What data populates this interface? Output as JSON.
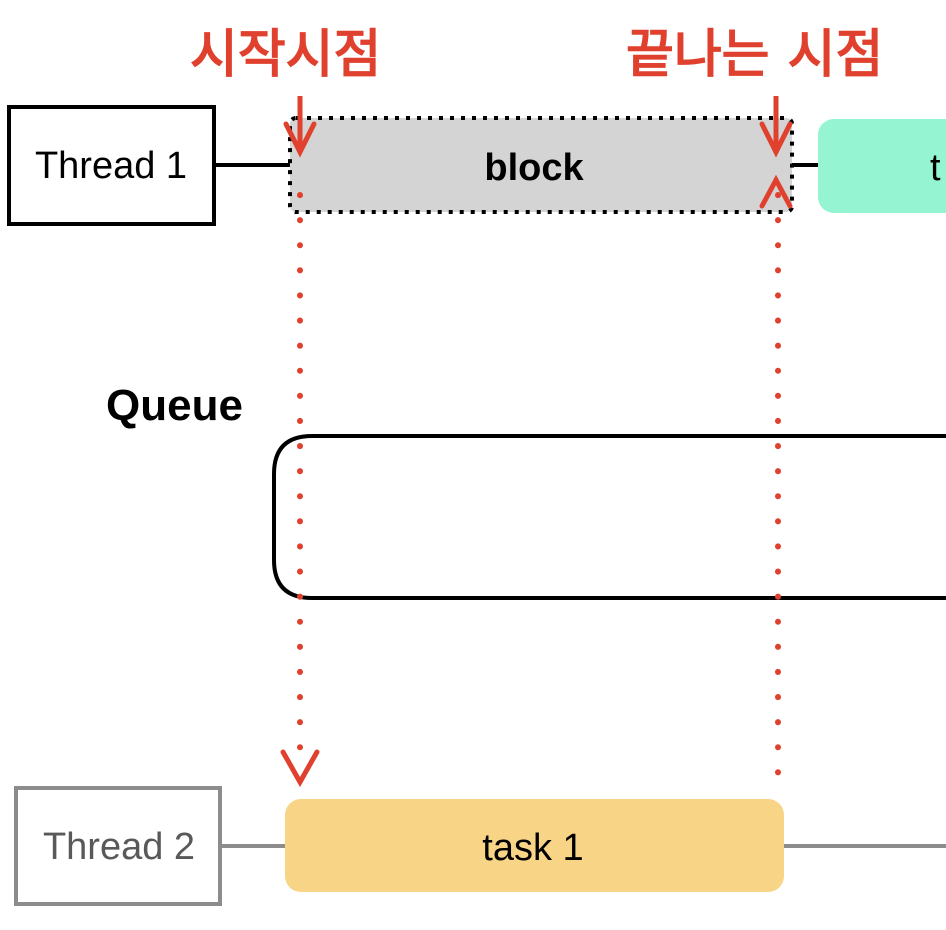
{
  "labels": {
    "start_point": "시작시점",
    "end_point": "끝나는 시점",
    "queue": "Queue"
  },
  "thread1": {
    "name": "Thread 1",
    "block_label": "block",
    "next_task_label": "t"
  },
  "thread2": {
    "name": "Thread 2",
    "task_label": "task 1"
  },
  "colors": {
    "accent_red": "#e0412e",
    "block_fill": "#d4d4d4",
    "next_task_fill": "#95f5d3",
    "task1_fill": "#f7d486",
    "thread2_gray": "#8c8c8c"
  }
}
